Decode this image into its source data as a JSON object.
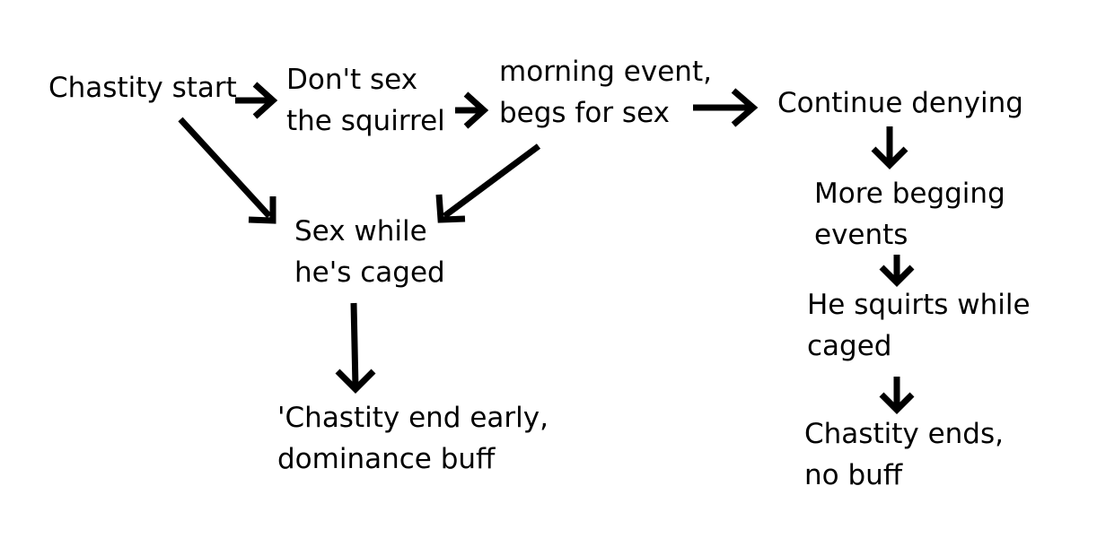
{
  "diagram": {
    "nodes": {
      "chastity_start": {
        "lines": [
          "Chastity start"
        ]
      },
      "dont_sex": {
        "lines": [
          "Don't sex",
          "the squirrel"
        ]
      },
      "morning_event": {
        "lines": [
          "morning event,",
          "begs for sex"
        ]
      },
      "continue_denying": {
        "lines": [
          "Continue denying"
        ]
      },
      "sex_caged": {
        "lines": [
          "Sex while",
          "he's caged"
        ]
      },
      "end_early": {
        "lines": [
          "'Chastity end early,",
          "dominance buff"
        ]
      },
      "more_begging": {
        "lines": [
          "More begging",
          "events"
        ]
      },
      "squirts_caged": {
        "lines": [
          "He squirts while",
          "caged"
        ]
      },
      "ends_no_buff": {
        "lines": [
          "Chastity ends,",
          "no buff"
        ]
      }
    },
    "edges": [
      {
        "from": "chastity_start",
        "to": "dont_sex"
      },
      {
        "from": "dont_sex",
        "to": "morning_event"
      },
      {
        "from": "morning_event",
        "to": "continue_denying"
      },
      {
        "from": "chastity_start",
        "to": "sex_caged"
      },
      {
        "from": "morning_event",
        "to": "sex_caged"
      },
      {
        "from": "sex_caged",
        "to": "end_early"
      },
      {
        "from": "continue_denying",
        "to": "more_begging"
      },
      {
        "from": "more_begging",
        "to": "squirts_caged"
      },
      {
        "from": "squirts_caged",
        "to": "ends_no_buff"
      }
    ]
  }
}
